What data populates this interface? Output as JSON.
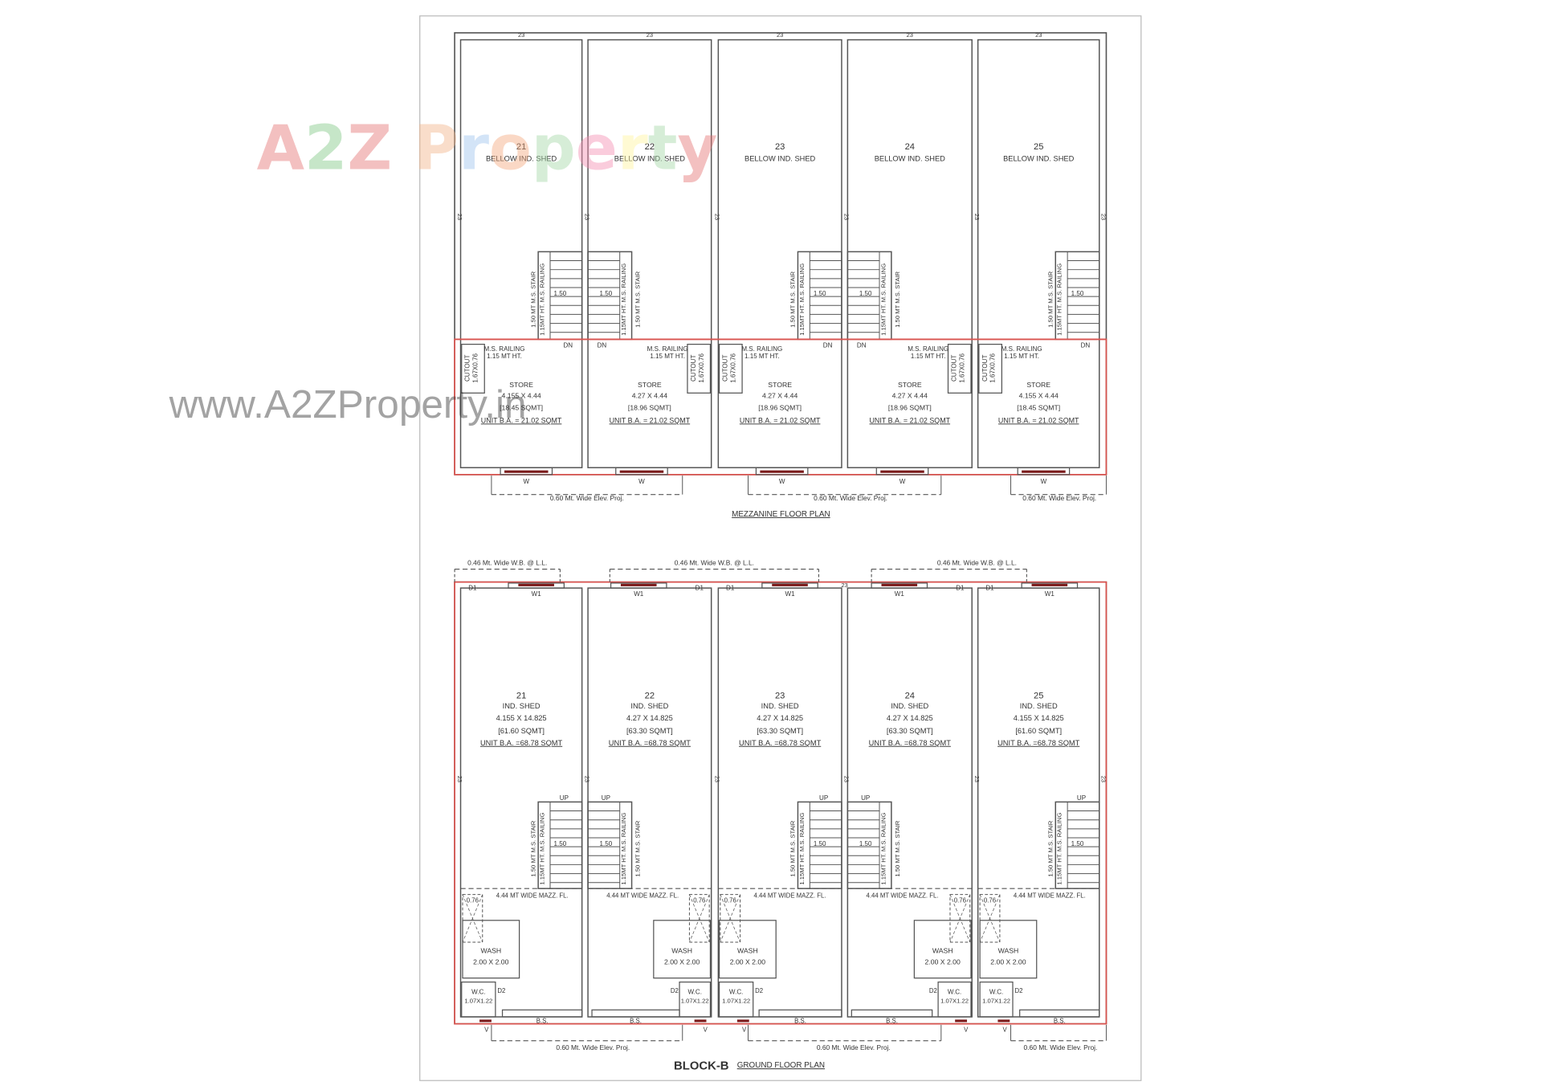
{
  "watermark": {
    "logo": "A2Z Property",
    "url": "www.A2ZProperty.in",
    "colors": [
      "#e57373",
      "#81c784",
      "#e57373",
      "#90b4e8",
      "#f2b48a",
      "#9ec3ee",
      "#f5a97f",
      "#a5d6a7",
      "#f48fb1",
      "#fff59d",
      "#a5d6a7"
    ]
  },
  "colors": {
    "wall": "#555555",
    "boundary": "#d9534f",
    "area_text": "#c0392b",
    "window": "#7a1a1a"
  },
  "grid_label": "23",
  "mezzanine": {
    "title": "MEZZANINE FLOOR PLAN",
    "units": [
      {
        "no": "21",
        "label": "BELLOW IND. SHED",
        "store": "STORE",
        "dims": "4.155 X 4.44",
        "area": "[18.45 SQMT]",
        "ba": "UNIT B.A. = 21.02 SQMT"
      },
      {
        "no": "22",
        "label": "BELLOW IND. SHED",
        "store": "STORE",
        "dims": "4.27 X 4.44",
        "area": "[18.96 SQMT]",
        "ba": "UNIT B.A. = 21.02 SQMT"
      },
      {
        "no": "23",
        "label": "BELLOW IND. SHED",
        "store": "STORE",
        "dims": "4.27 X 4.44",
        "area": "[18.96 SQMT]",
        "ba": "UNIT B.A. = 21.02 SQMT"
      },
      {
        "no": "24",
        "label": "BELLOW IND. SHED",
        "store": "STORE",
        "dims": "4.27 X 4.44",
        "area": "[18.96 SQMT]",
        "ba": "UNIT B.A. = 21.02 SQMT"
      },
      {
        "no": "25",
        "label": "BELLOW IND. SHED",
        "store": "STORE",
        "dims": "4.155 X 4.44",
        "area": "[18.45 SQMT]",
        "ba": "UNIT B.A. = 21.02 SQMT"
      }
    ],
    "railing": "M.S. RAILING",
    "railing_ht": "1.15 MT HT.",
    "cutout": "CUTOUT",
    "cutout_dims": "1.67X0.76",
    "dn": "DN",
    "window": "W",
    "elev_proj": "0.60 Mt. Wide Elev. Proj."
  },
  "ground": {
    "block": "BLOCK-B",
    "title": "GROUND FLOOR PLAN",
    "units": [
      {
        "no": "21",
        "label": "IND. SHED",
        "dims": "4.155 X 14.825",
        "area": "[61.60 SQMT]",
        "ba": "UNIT B.A. =68.78 SQMT"
      },
      {
        "no": "22",
        "label": "IND. SHED",
        "dims": "4.27 X 14.825",
        "area": "[63.30 SQMT]",
        "ba": "UNIT B.A. =68.78 SQMT"
      },
      {
        "no": "23",
        "label": "IND. SHED",
        "dims": "4.27 X 14.825",
        "area": "[63.30 SQMT]",
        "ba": "UNIT B.A. =68.78 SQMT"
      },
      {
        "no": "24",
        "label": "IND. SHED",
        "dims": "4.27 X 14.825",
        "area": "[63.30 SQMT]",
        "ba": "UNIT B.A. =68.78 SQMT"
      },
      {
        "no": "25",
        "label": "IND. SHED",
        "dims": "4.155 X 14.825",
        "area": "[61.60 SQMT]",
        "ba": "UNIT B.A. =68.78 SQMT"
      }
    ],
    "wb": "0.46 Mt. Wide W.B. @ L.L.",
    "door1": "D1",
    "door2": "D2",
    "window": "W1",
    "up": "UP",
    "mazz": "4.44 MT WIDE MAZZ. FL.",
    "cut": "0.76",
    "wash": "WASH",
    "wash_dims": "2.00 X 2.00",
    "wc": "W.C.",
    "wc_dims": "1.07X1.22",
    "bs": "B.S.",
    "vent": "V",
    "elev_proj": "0.60 Mt. Wide Elev. Proj."
  },
  "stair": {
    "stair": "1.50 MT M.S. STAIR",
    "railing": "1.15MT HT. M.S. RAILING",
    "width": "1.50"
  }
}
